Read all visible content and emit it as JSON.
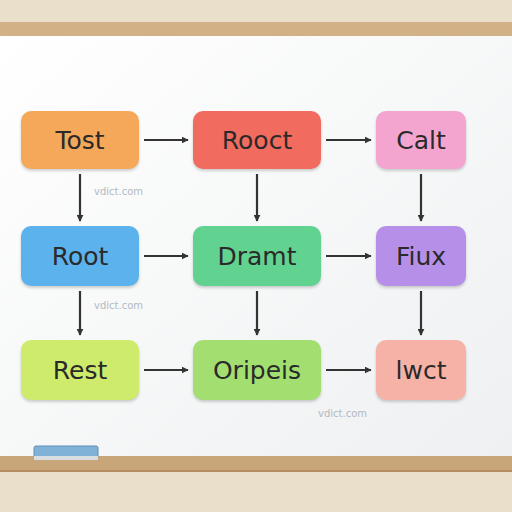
{
  "diagram": {
    "nodes": [
      {
        "text": [
          "Tost"
        ]
      },
      {
        "text": [
          "Rooct"
        ]
      },
      {
        "text": [
          "Calt"
        ]
      },
      {
        "text": [
          "Root"
        ]
      },
      {
        "text": [
          "Dramt"
        ]
      },
      {
        "text": [
          "Fiux"
        ]
      },
      {
        "text": [
          "Rest"
        ]
      },
      {
        "text": [
          "Oripeis"
        ]
      },
      {
        "text": [
          "lwct"
        ]
      }
    ],
    "edges": [
      {
        "from": 0,
        "to": 1,
        "arrow": "to"
      },
      {
        "from": 1,
        "to": 2,
        "arrow": "to"
      },
      {
        "from": 0,
        "to": 3,
        "arrow": "to"
      },
      {
        "from": 1,
        "to": 4,
        "arrow": "to"
      },
      {
        "from": 2,
        "to": 5,
        "arrow": "to"
      },
      {
        "from": 3,
        "to": 4,
        "arrow": "to"
      },
      {
        "from": 4,
        "to": 5,
        "arrow": "to"
      },
      {
        "from": 3,
        "to": 6,
        "arrow": "to"
      },
      {
        "from": 4,
        "to": 7,
        "arrow": "to"
      },
      {
        "from": 5,
        "to": 8,
        "arrow": "to"
      },
      {
        "from": 6,
        "to": 7,
        "arrow": "to"
      },
      {
        "from": 7,
        "to": 8,
        "arrow": "to"
      }
    ],
    "labels": [
      "vdict.com",
      "vdict.com",
      "vdict.com"
    ]
  }
}
